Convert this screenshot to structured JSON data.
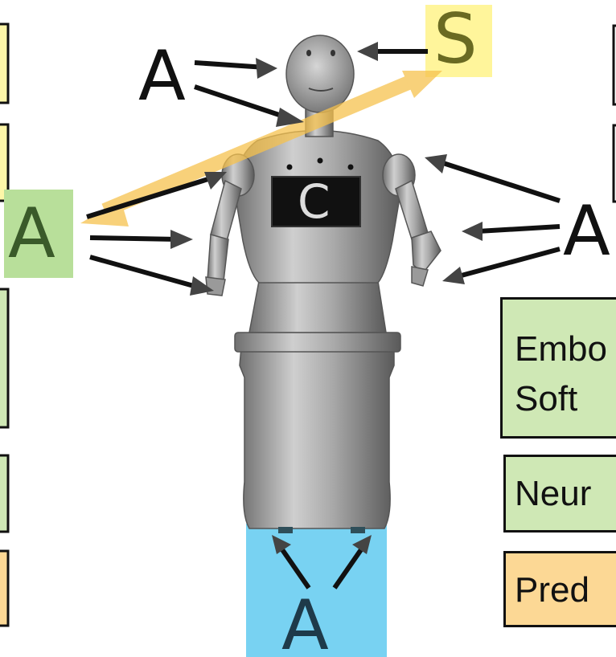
{
  "labels": {
    "left_actuator": "A",
    "top_actuator": "A",
    "right_actuator": "A",
    "bottom_actuator": "A",
    "sensor": "S",
    "controller": "C"
  },
  "right_boxes": {
    "embodiment_line1": "Embo",
    "embodiment_line2": "Soft",
    "neural": "Neur",
    "prediction": "Pred"
  },
  "colors": {
    "yellow_highlight": "#fff59b",
    "green_highlight": "#b8df9a",
    "blue_highlight": "#78d2f2",
    "orange_arrow": "#f6c24e",
    "box_green": "#cfe8b5",
    "box_orange": "#fcd895",
    "box_yellow": "#fdf6a8"
  }
}
